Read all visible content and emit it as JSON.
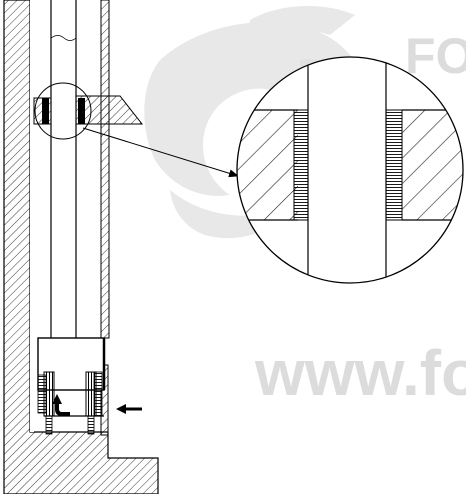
{
  "watermark": {
    "text_top": "FO",
    "text_url": "www.for",
    "color": "#dcdcdc"
  },
  "drawing": {
    "line_color": "#000000",
    "hatch_color": "#222222",
    "icons": [
      "dragon-watermark-logo",
      "airflow-arrow-icon",
      "inlet-arrow-icon"
    ]
  }
}
